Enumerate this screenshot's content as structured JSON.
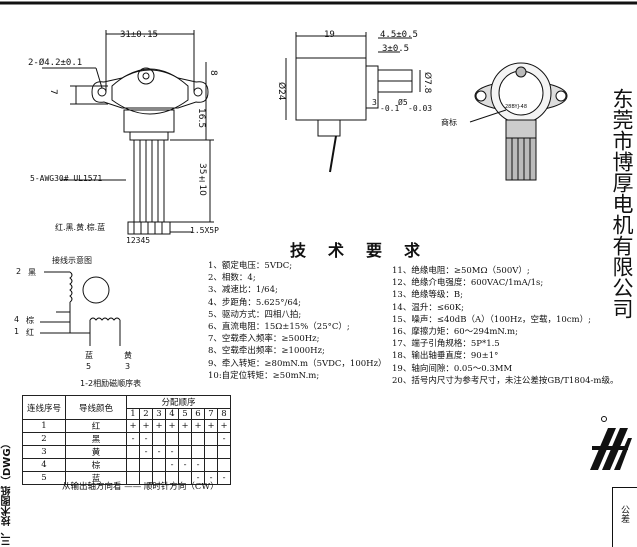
{
  "header_rule_color": "#111111",
  "front_view": {
    "dim_top": "31±0.15",
    "dim_holes": "2-Ø4.2±0.1",
    "dim_left": "7",
    "dim_right_a": "8",
    "dim_right_b": "16.5",
    "dim_cable": "35±10",
    "cable_spec": "5-AWG30# UL1571",
    "wire_colors": "红.黑.黄.棕.蓝",
    "connector": "1.5X5P",
    "pin_numbers": "12345"
  },
  "side_view": {
    "dim_19": "19",
    "dim_45": "4.5±0.5",
    "dim_3": "3±0.5",
    "dim_24": "Ø24",
    "dim_shaft_a": "3",
    "dim_shaft_b": "Ø5",
    "dim_flat": "Ø7.8",
    "tol_a": "-0.1",
    "tol_b": "-0.03"
  },
  "photo_view": {
    "label": "商标",
    "model": "28BYJ-48"
  },
  "wiring": {
    "title": "接线示意图",
    "pins": [
      {
        "num": "2",
        "color": "黑"
      },
      {
        "num": "4",
        "color": "棕"
      },
      {
        "num": "1",
        "color": "红"
      },
      {
        "num": "5",
        "color": "蓝"
      },
      {
        "num": "3",
        "color": "黄"
      }
    ],
    "caption": "1-2相励磁顺序表"
  },
  "tech_title": "技术要求",
  "specs_left": [
    "1、额定电压：5VDC;",
    "2、相数：4;",
    "3、减速比：1/64;",
    "4、步距角：5.625°/64;",
    "5、驱动方式：四相八拍;",
    "6、直流电阻：15Ω±15%（25°C）;",
    "7、空载牵入频率：≥500Hz;",
    "8、空载牵出频率：≥1000Hz;",
    "9、牵入转矩：≥80mN.m（5VDC，100Hz）",
    "10:自定位转矩：≥50mN.m;"
  ],
  "specs_right": [
    "11、绝缘电阻：≥50MΩ（500V）;",
    "12、绝缘介电强度：600VAC/1mA/1s;",
    "13、绝缘等级：B;",
    "14、温升：≤60K;",
    "15、噪声：≤40dB（A）（100Hz，空载，10cm）;",
    "16、摩擦力矩：60～294mN.m;",
    "17、端子引角规格：5P*1.5",
    "18、输出轴垂直度：90±1°",
    "19、轴向间隙：0.05～0.3MM",
    "20、括号内尺寸为参考尺寸，未注公差按GB/T1804-m级。"
  ],
  "table": {
    "col_seq": "连线序号",
    "col_color": "导线颜色",
    "col_order": "分配顺序",
    "steps": [
      "1",
      "2",
      "3",
      "4",
      "5",
      "6",
      "7",
      "8"
    ],
    "rows": [
      {
        "seq": "1",
        "color": "红",
        "cells": [
          "+",
          "+",
          "+",
          "+",
          "+",
          "+",
          "+",
          "+"
        ]
      },
      {
        "seq": "2",
        "color": "黑",
        "cells": [
          "-",
          "-",
          "",
          "",
          "",
          "",
          "",
          "-"
        ]
      },
      {
        "seq": "3",
        "color": "黄",
        "cells": [
          "",
          "-",
          "-",
          "-",
          "",
          "",
          "",
          ""
        ]
      },
      {
        "seq": "4",
        "color": "棕",
        "cells": [
          "",
          "",
          "",
          "-",
          "-",
          "-",
          "",
          ""
        ]
      },
      {
        "seq": "5",
        "color": "蓝",
        "cells": [
          "",
          "",
          "",
          "",
          "",
          "-",
          "-",
          "-"
        ]
      }
    ]
  },
  "rotation_note": "从输出轴方向看 —— 顺时针方向（CW）",
  "company": "东莞市博厚电机有限公司",
  "section_title": "三、技术图纸（DWG）",
  "tolerance_label": "公差"
}
